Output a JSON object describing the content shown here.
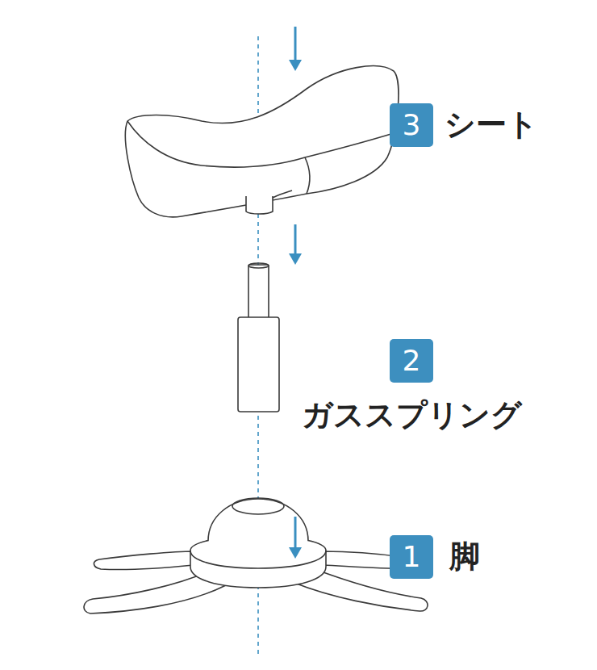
{
  "diagram": {
    "nodes": [
      {
        "text": [
          "3",
          "シート"
        ]
      },
      {
        "text": [
          "2",
          "ガススプリング"
        ]
      },
      {
        "text": [
          "1",
          "脚"
        ]
      }
    ]
  }
}
